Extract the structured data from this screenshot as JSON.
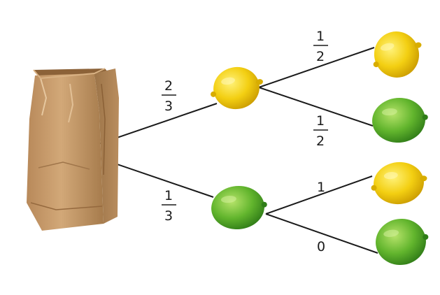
{
  "diagram": {
    "root": {
      "name": "paper-bag"
    },
    "nodes": [
      {
        "id": "first-lemon",
        "fruit": "lemon"
      },
      {
        "id": "first-lime",
        "fruit": "lime"
      },
      {
        "id": "second-lemon-after-lemon",
        "fruit": "lemon"
      },
      {
        "id": "second-lime-after-lemon",
        "fruit": "lime"
      },
      {
        "id": "second-lemon-after-lime",
        "fruit": "lemon"
      },
      {
        "id": "second-lime-after-lime",
        "fruit": "lime"
      }
    ],
    "branches": [
      {
        "from": "paper-bag",
        "to": "first-lemon",
        "probability": {
          "num": "2",
          "den": "3"
        }
      },
      {
        "from": "paper-bag",
        "to": "first-lime",
        "probability": {
          "num": "1",
          "den": "3"
        }
      },
      {
        "from": "first-lemon",
        "to": "second-lemon-after-lemon",
        "probability": {
          "num": "1",
          "den": "2"
        }
      },
      {
        "from": "first-lemon",
        "to": "second-lime-after-lemon",
        "probability": {
          "num": "1",
          "den": "2"
        }
      },
      {
        "from": "first-lime",
        "to": "second-lemon-after-lime",
        "probability": {
          "whole": "1"
        }
      },
      {
        "from": "first-lime",
        "to": "second-lime-after-lime",
        "probability": {
          "whole": "0"
        }
      }
    ],
    "colors": {
      "lemon": "#f3cf12",
      "lemon_dark": "#c99a00",
      "lime": "#62b52d",
      "lime_dark": "#2e7a17",
      "bag": "#c49a6c",
      "bag_dark": "#9c7448",
      "line": "#1a1a1a"
    }
  }
}
